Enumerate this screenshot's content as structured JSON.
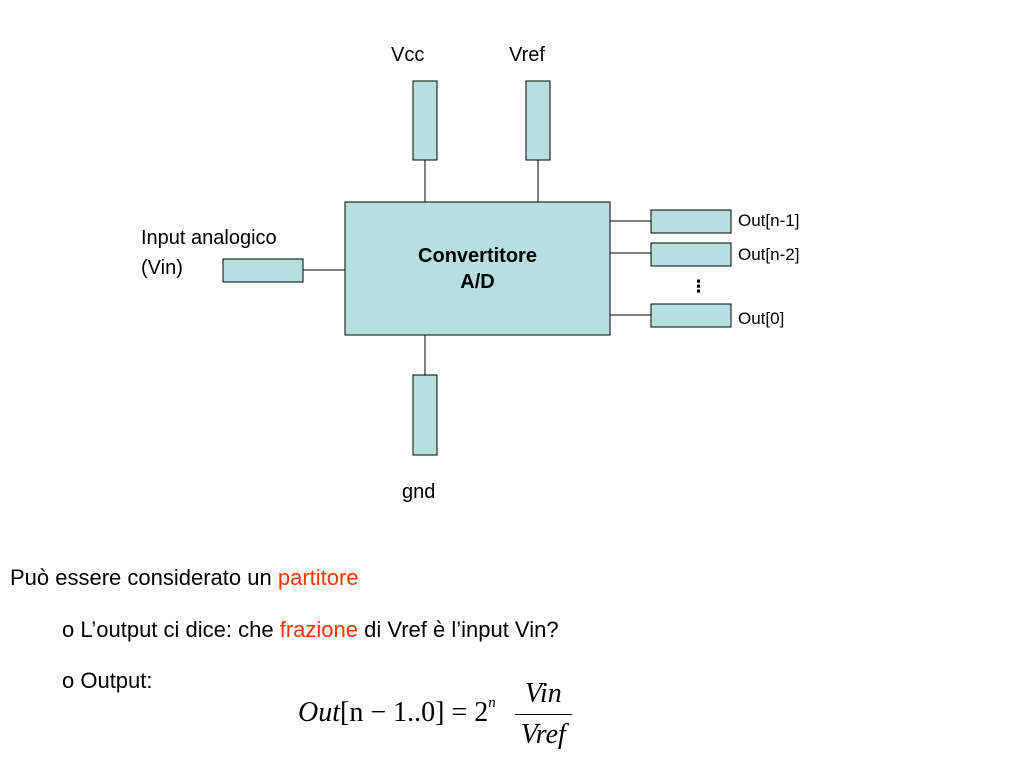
{
  "diagram": {
    "block": {
      "line1": "Convertitore",
      "line2": "A/D",
      "fill": "#b8dfe0"
    },
    "pins": {
      "vcc": "Vcc",
      "vref": "Vref",
      "gnd": "gnd",
      "input_line1": "Input analogico",
      "input_line2": "(Vin)",
      "out_top": "Out[n-1]",
      "out_second": "Out[n-2]",
      "ellipsis": "⋮",
      "out_zero": "Out[0]"
    }
  },
  "text": {
    "line1_prefix": "Può essere considerato un ",
    "line1_highlight": "partitore",
    "line2_prefix": "o L’output ci dice: che ",
    "line2_highlight": "frazione",
    "line2_suffix": " di Vref è l’input Vin?",
    "line3": "o Output:"
  },
  "formula": {
    "lhs_name": "Out",
    "lhs_index": "[n − 1..0]",
    "equals": "=",
    "base": "2",
    "exponent": "n",
    "numerator": "Vin",
    "denominator": "Vref"
  },
  "colors": {
    "accent": "#ff3300",
    "pin_fill": "#b8dfe0",
    "stroke": "#000000"
  }
}
